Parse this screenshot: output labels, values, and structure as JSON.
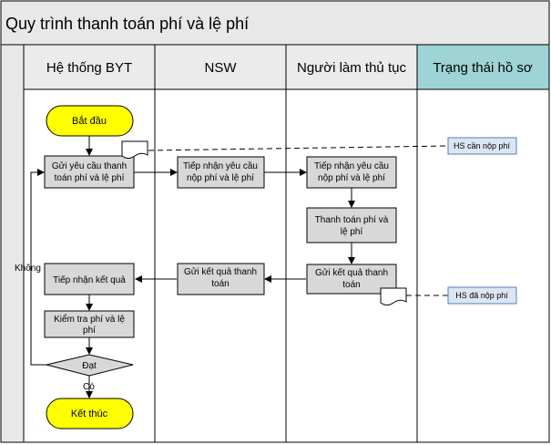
{
  "title": "Quy trình thanh toán phí và lệ phí",
  "lanes": [
    {
      "label": "Hệ thống BYT"
    },
    {
      "label": "NSW"
    },
    {
      "label": "Người làm thủ tục"
    },
    {
      "label": "Trạng thái hồ sơ"
    }
  ],
  "nodes": {
    "start": "Bắt đầu",
    "send_request": [
      "Gửi yêu cầu thanh",
      "toán phí và lệ phí"
    ],
    "nsw_receive": [
      "Tiếp nhận yêu cầu",
      "nộp phí và lệ phí"
    ],
    "user_receive": [
      "Tiếp nhận yêu cầu",
      "nộp phí và lệ phí"
    ],
    "pay": [
      "Thanh toán phí và",
      "lệ phí"
    ],
    "user_send_result": [
      "Gửi kết quả thanh",
      "toán"
    ],
    "nsw_send_result": [
      "Gửi kết quả thanh",
      "toán"
    ],
    "receive_result": "Tiếp nhận kết quả",
    "check": [
      "Kiểm tra phí và lệ",
      "phí"
    ],
    "decision": "Đạt",
    "end": "Kết thúc"
  },
  "edge_labels": {
    "no": "Không",
    "yes": "Có"
  },
  "statuses": {
    "pending": "HS cần nộp phí",
    "paid": "HS đã nộp phí"
  },
  "colors": {
    "title_bg": "#e8e8e8",
    "lane_header_bg": "#ebebeb",
    "status_header_bg": "#9fd4d6",
    "process_fill": "#d8d8d8",
    "terminal_fill": "#ffff00",
    "status_fill": "#dce6f2",
    "status_border": "#4f81bd"
  }
}
